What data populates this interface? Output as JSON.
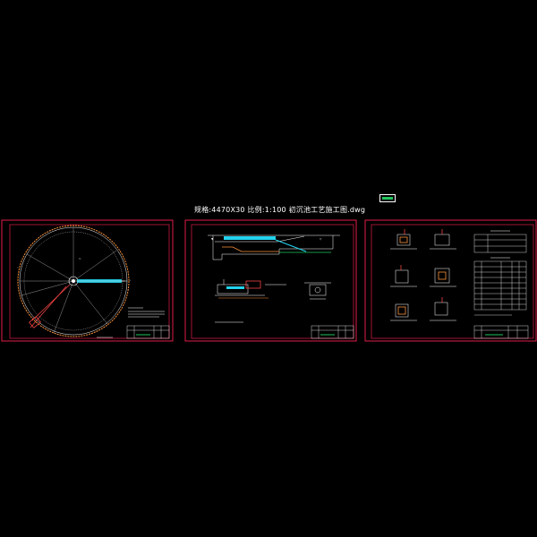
{
  "drawing": {
    "caption": "规格:4470X30 比例:1:100 初沉池工艺施工图.dwg",
    "colors": {
      "background": "#000000",
      "frame": "#e11d48",
      "line": "#ffffff",
      "accent_cyan": "#22d3ee",
      "accent_orange": "#fb923c",
      "accent_green": "#22c55e",
      "accent_red": "#ef4444"
    },
    "sheets": [
      {
        "name": "plan-view-sheet",
        "content": "circular clarifier plan"
      },
      {
        "name": "section-view-sheet",
        "content": "tank cross-section and details"
      },
      {
        "name": "details-sheet",
        "content": "node details and material table"
      }
    ]
  }
}
